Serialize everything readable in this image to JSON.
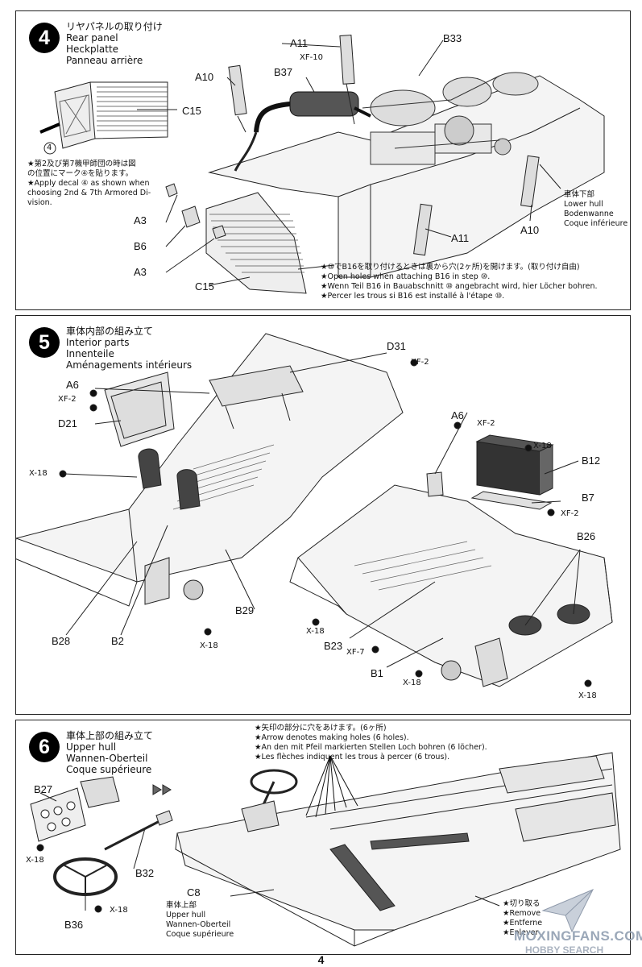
{
  "step4": {
    "number": "4",
    "title_jp": "リヤパネルの取り付け",
    "title_en": "Rear panel",
    "title_de": "Heckplatte",
    "title_fr": "Panneau arrière",
    "decal_note": [
      "★第2及び第7機甲師団の時は図",
      "の位置にマーク④を貼ります。",
      "★Apply decal ④ as shown when",
      "choosing 2nd & 7th Armored Di-",
      "vision."
    ],
    "decal_marker": "4",
    "labels": {
      "c15_top": "C15",
      "a11_top": "A11",
      "xf10": "XF-10",
      "b37": "B37",
      "b33": "B33",
      "a10_left": "A10",
      "a3_top": "A3",
      "b6": "B6",
      "a3_bottom": "A3",
      "c15_bottom": "C15",
      "a11_bottom": "A11",
      "a10_right": "A10"
    },
    "lower_hull": [
      "車体下部",
      "Lower hull",
      "Bodenwanne",
      "Coque inférieure"
    ],
    "holes_note": [
      "★⑩でB16を取り付けるときは裏から穴(2ヶ所)を開けます。(取り付け自由)",
      "★Open holes when attaching B16 in step ⑩.",
      "★Wenn Teil B16 in Bauabschnitt ⑩ angebracht wird, hier Löcher bohren.",
      "★Percer les trous si B16 est installé à l'étape ⑩."
    ]
  },
  "step5": {
    "number": "5",
    "title_jp": "車体内部の組み立て",
    "title_en": "Interior parts",
    "title_de": "Innenteile",
    "title_fr": "Aménagements intérieurs",
    "labels": {
      "d31": "D31",
      "xf2_d31": "XF-2",
      "a6_left": "A6",
      "xf2_a6_left": "XF-2",
      "d21": "D21",
      "x18_seat": "X-18",
      "b28": "B28",
      "b2": "B2",
      "x18_bottom_left": "X-18",
      "b29": "B29",
      "a6_right": "A6",
      "xf2_a6_right": "XF-2",
      "x18_b12": "X-18",
      "b12": "B12",
      "b7": "B7",
      "xf2_b7": "XF-2",
      "b26": "B26",
      "x18_mid": "X-18",
      "b23": "B23",
      "xf7": "XF-7",
      "b1": "B1",
      "x18_lower_mid": "X-18",
      "x18_right": "X-18"
    }
  },
  "step6": {
    "number": "6",
    "title_jp": "車体上部の組み立て",
    "title_en": "Upper hull",
    "title_de": "Wannen-Oberteil",
    "title_fr": "Coque supérieure",
    "holes_note": [
      "★矢印の部分に穴をあけます。(6ヶ所)",
      "★Arrow denotes making holes (6 holes).",
      "★An den mit Pfeil markierten Stellen Loch bohren (6 löcher).",
      "★Les flèches indiquent les trous à percer (6 trous)."
    ],
    "labels": {
      "b27": "B27",
      "x18_b27": "X-18",
      "b32": "B32",
      "x18_wheel": "X-18",
      "b36": "B36",
      "c8": "C8"
    },
    "upper_hull": [
      "車体上部",
      "Upper hull",
      "Wannen-Oberteil",
      "Coque supérieure"
    ],
    "remove_note": [
      "★切り取る",
      "★Remove",
      "★Entferne",
      "★Enlever"
    ]
  },
  "page_number": "4",
  "watermark": {
    "line1": "MOXINGFANS.COM",
    "line2": "HOBBY SEARCH"
  }
}
